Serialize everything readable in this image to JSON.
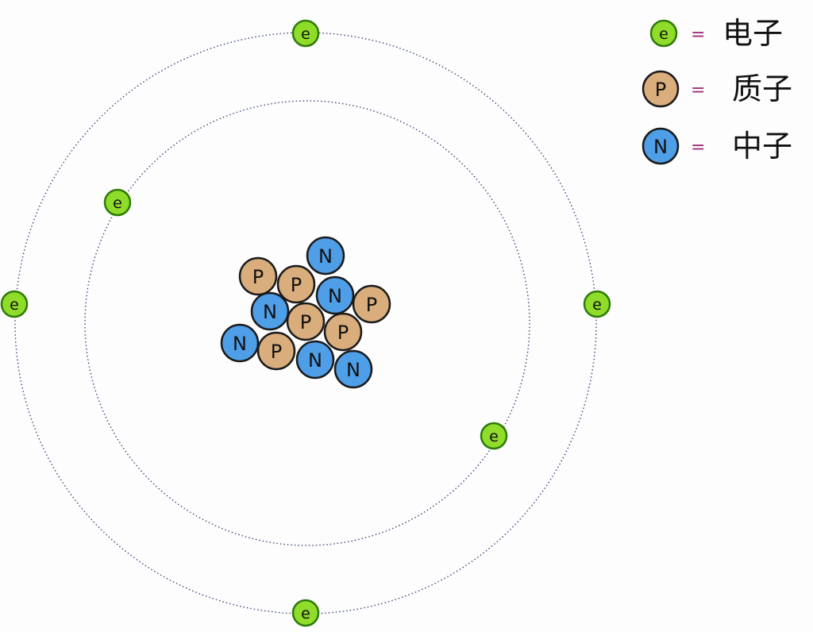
{
  "diagram": {
    "electron_symbol": "e",
    "proton_symbol": "P",
    "neutron_symbol": "N",
    "nucleus": [
      "N",
      "P",
      "P",
      "N",
      "P",
      "N",
      "P",
      "P",
      "N",
      "P",
      "N",
      "N"
    ],
    "inner_shell_electrons": 2,
    "outer_shell_electrons": 4
  },
  "legend": {
    "items": [
      {
        "symbol": "e",
        "equals": "=",
        "label": "电子"
      },
      {
        "symbol": "P",
        "equals": "=",
        "label": "质子"
      },
      {
        "symbol": "N",
        "equals": "=",
        "label": "中子"
      }
    ]
  },
  "colors": {
    "electron": "#8fdc2a",
    "electron_stroke": "#2f7a0a",
    "proton": "#d9ad7c",
    "neutron": "#4f9ee8",
    "stroke": "#1a1a1a"
  }
}
